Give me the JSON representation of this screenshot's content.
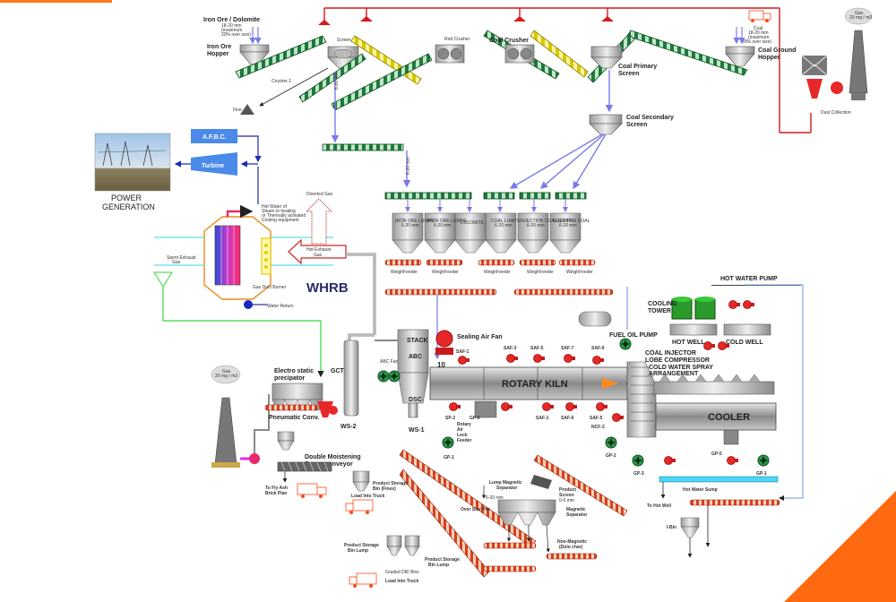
{
  "labels": {
    "iron_ore_dolomite": "Iron Ore / Dolomite",
    "iron_ore_size": "18-20 mm",
    "iron_ore_max": "(maximum",
    "iron_ore_over": "20% over size)",
    "iron_ore_hopper_1": "Iron Ore",
    "iron_ore_hopper_2": "Hopper",
    "crusher_1": "Crusher 1",
    "screen": "Screen",
    "rod_crusher": "Rod Crusher",
    "fine": "Fine",
    "size_6_20": "6-20 mm",
    "coal_crusher": "Coal Crusher",
    "coal_primary_1": "Coal Primary",
    "coal_primary_2": "Screen",
    "coal_secondary_1": "Coal Secondary",
    "coal_secondary_2": "Screen",
    "coal": "Coal",
    "coal_size": "18-20 mm",
    "coal_max": "(maximum",
    "coal_over": "20% over size)",
    "coal_ground_1": "Coal Ground",
    "coal_ground_2": "Hopper",
    "gas_top": "Gas",
    "gas_top_val": "20 mg / m3",
    "dust_collection": "Dust Collection",
    "afbc": "A.F.B.C.",
    "turbine": "Turbine",
    "power_gen_1": "POWER",
    "power_gen_2": "GENERATION",
    "hot_water_1": "Hot Water of",
    "hot_water_2": "Steam to heating",
    "hot_water_3": "or Thermally activated",
    "hot_water_4": "Cooling equipment",
    "diverted_gas": "Diverted Gas",
    "hot_exhaust_1": "Hot Exhaust",
    "hot_exhaust_2": "Gas",
    "spent_exhaust_1": "Spent Exhaust",
    "spent_exhaust_2": "Gas",
    "gas_duct_burner": "Gas Duct Burner",
    "water_return": "Water Return",
    "whrb": "WHRB",
    "bin_iron_lumps": "IRON ORE LUMPS",
    "bin_iron_size": "6-20 mm",
    "bin_iron_fines": "IRON ORE LUMPS",
    "bin_iron_fines_size": "6-20 mm",
    "bin_dolomite": "DOLOMITE",
    "bin_coal_lumps": "COAL LUMPS",
    "bin_coal_size": "6-20 mm",
    "bin_injection_1": "INJECTION COAL LUMPS",
    "bin_injection_1_size": "6-20 mm",
    "bin_injection_2": "INJECTION COAL",
    "bin_injection_2_size": "6-20 mm",
    "weighfeeder": "WeighFeeder",
    "sealing_air_fan": "Sealing Air Fan",
    "stack": "STACK",
    "abc": "ABC",
    "dsc": "DSC",
    "abc_fan": "ABC Fan",
    "gct": "GCT",
    "esp_1": "Electro static",
    "esp_2": "precipator",
    "pneumatic": "Pneumatic Conv.",
    "ws1": "WS-1",
    "ws2": "WS-2",
    "gas_bottom": "Gas",
    "gas_bottom_val": "20 mg / m3",
    "double_1": "Double Moistening",
    "double_2": "Screw conveyor",
    "fly_ash_1": "To Fly Ash",
    "fly_ash_2": "Brick Plan",
    "saf1": "SAF-1",
    "saf3": "SAF-3",
    "saf5": "SAF-5",
    "saf7": "SAF-7",
    "saf9": "SAF-9",
    "saf1b": "SAF-1",
    "saf6": "SAF-6",
    "saf5b": "SAF-5",
    "sp2": "SP-2",
    "gp6": "GP-6",
    "rotary_feeder_1": "Rotary",
    "rotary_feeder_2": "Air",
    "rotary_feeder_3": "Lock",
    "rotary_feeder_4": "Feeder",
    "gp1": "GP-1",
    "gp1b": "GP-1",
    "gp2": "GP-2",
    "gp3": "GP-3",
    "gp5": "GP-5",
    "ncf2": "NCF-2",
    "num_10": "10",
    "rotary_kiln": "ROTARY KILN",
    "fuel_oil_pump": "FUEL OIL PUMP",
    "coal_injector_1": "COAL INJECTOR",
    "coal_injector_2": "LOBE COMPRESSOR",
    "cold_water_1": "COLD WATER SPRAY",
    "cold_water_2": "ARRANGEMENT",
    "hot_water_pump": "HOT WATER PUMP",
    "cooling_1": "COOLING",
    "cooling_2": "TOWER",
    "hot_well": "HOT WELL",
    "cold_well": "COLD WELL",
    "cooler": "COOLER",
    "hot_water_sump": "Hot Water Sump",
    "to_hot_well": "To Hot Well",
    "i_bin": "I-Bin",
    "product_fines_1": "Product Storage",
    "product_fines_2": "Bin (Fines)",
    "load_truck_1": "Load Into Truck",
    "lump_mag_1": "Lump Magnetic",
    "lump_mag_2": "Separator",
    "size_6_20b": "6-20 mm",
    "product_screen_1": "Product",
    "product_screen_2": "Screen",
    "product_screen_3": "0-6 mm",
    "over_size_pile": "Over Size Pile",
    "magnetic_sep_1": "Magnetic",
    "magnetic_sep_2": "Separator",
    "non_magnetic_1": "Non-Magnetic",
    "non_magnetic_2": "(Dolo char)",
    "product_lump_a1": "Product Storage",
    "product_lump_a2": "Bin Lump",
    "product_lump_b1": "Product Storage",
    "product_lump_b2": "Bin Lump",
    "graded_dri": "Graded DRI Bins",
    "load_truck_2": "Load Into Truck"
  }
}
